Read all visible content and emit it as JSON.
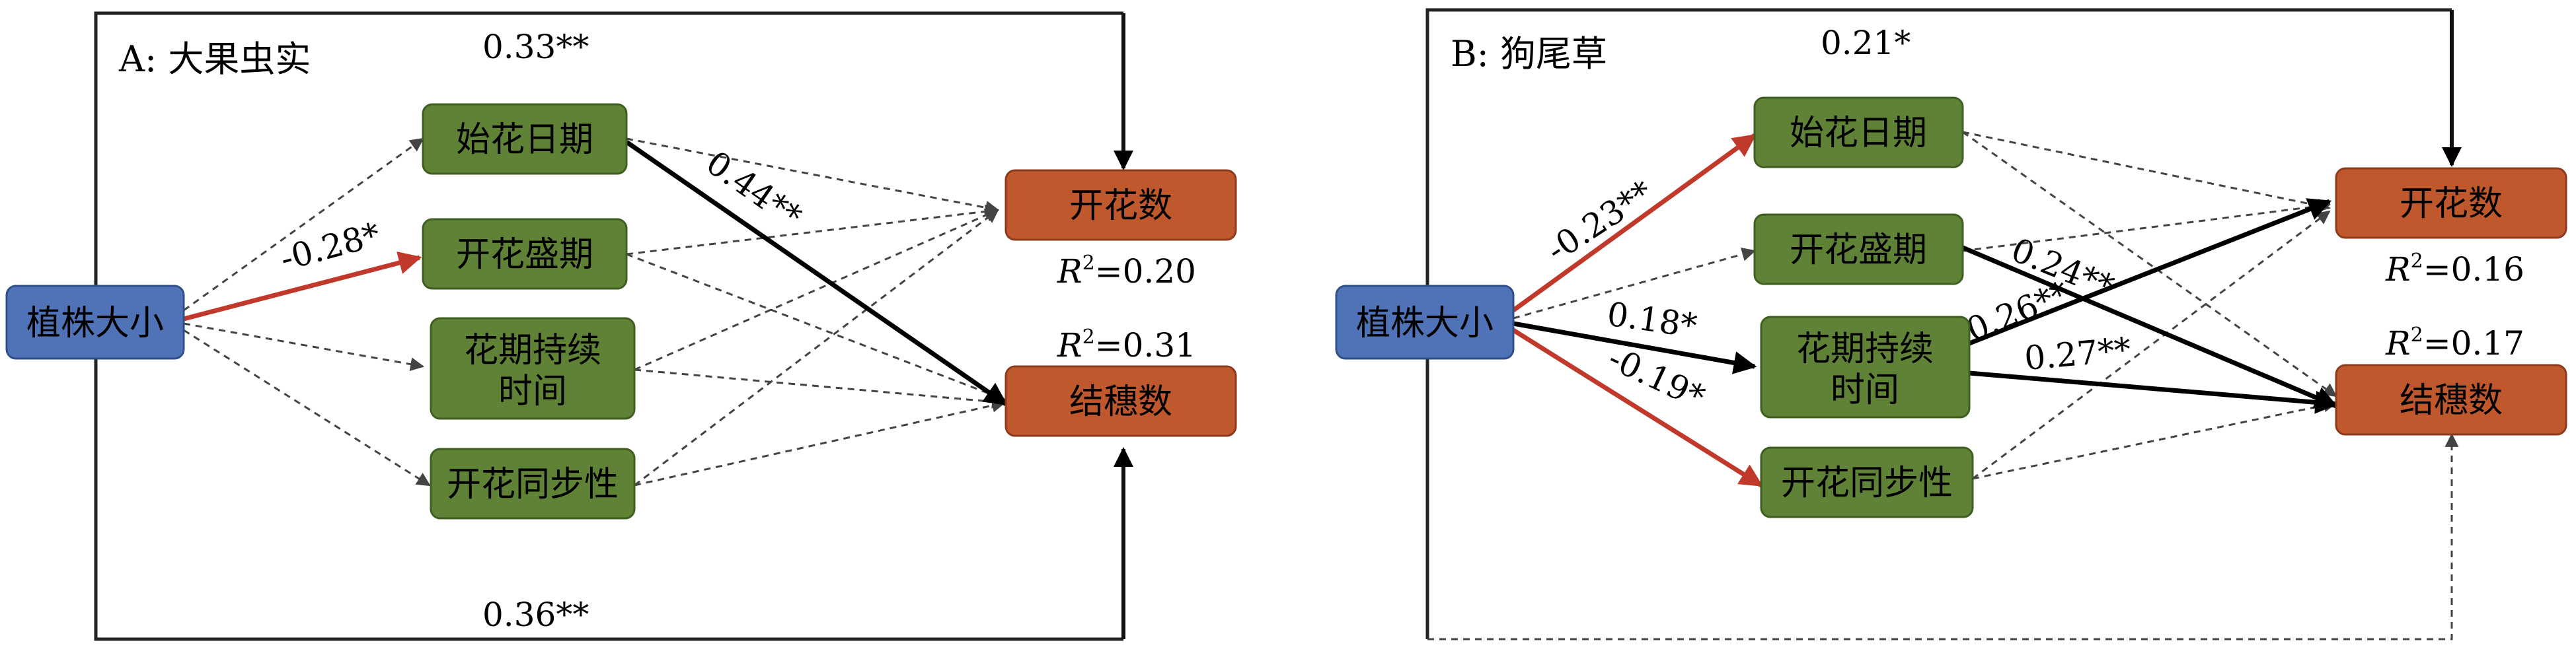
{
  "panel_a": {
    "title": "A: 大果虫实",
    "nodes": {
      "size": "植株大小",
      "onset": "始花日期",
      "peak": "开花盛期",
      "duration_l1": "花期持续",
      "duration_l2": "时间",
      "sync": "开花同步性",
      "flowers": "开花数",
      "spikes": "结穗数"
    },
    "coef_top": "0.33**",
    "coef_bottom": "0.36**",
    "coef_size_peak": "-0.28*",
    "coef_onset_spikes": "0.44**",
    "r2_flowers": "=0.20",
    "r2_spikes": "=0.31"
  },
  "panel_b": {
    "title": "B: 狗尾草",
    "nodes": {
      "size": "植株大小",
      "onset": "始花日期",
      "peak": "开花盛期",
      "duration_l1": "花期持续",
      "duration_l2": "时间",
      "sync": "开花同步性",
      "flowers": "开花数",
      "spikes": "结穗数"
    },
    "coef_top": "0.21*",
    "coef_size_onset": "-0.23**",
    "coef_size_duration": "0.18*",
    "coef_size_sync": "-0.19*",
    "coef_peak_spikes": "0.24**",
    "coef_duration_flowers": "0.26**",
    "coef_duration_spikes": "0.27**",
    "r2_flowers": "=0.16",
    "r2_spikes": "=0.17"
  },
  "r2_symbol": "R",
  "r2_sup": "2",
  "colors": {
    "predictor": "#4f73b6",
    "phenology": "#5f8236",
    "outcome": "#c0582e",
    "negative_path": "#c0392b",
    "positive_path": "#000000",
    "nonsig_path": "#444444"
  }
}
